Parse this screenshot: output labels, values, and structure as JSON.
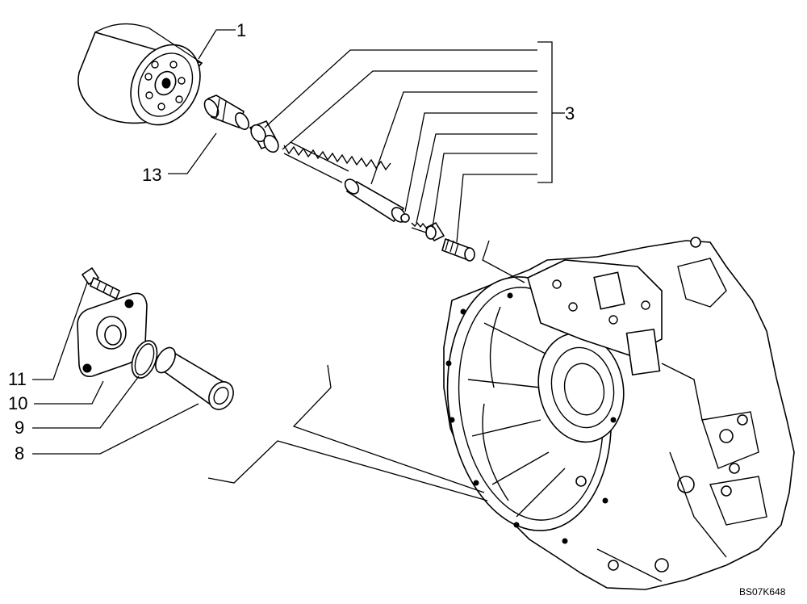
{
  "labels": {
    "l1": "1",
    "l3": "3",
    "l13": "13",
    "l11": "11",
    "l10": "10",
    "l9": "9",
    "l8": "8"
  },
  "drawing_code": "BS07K648"
}
